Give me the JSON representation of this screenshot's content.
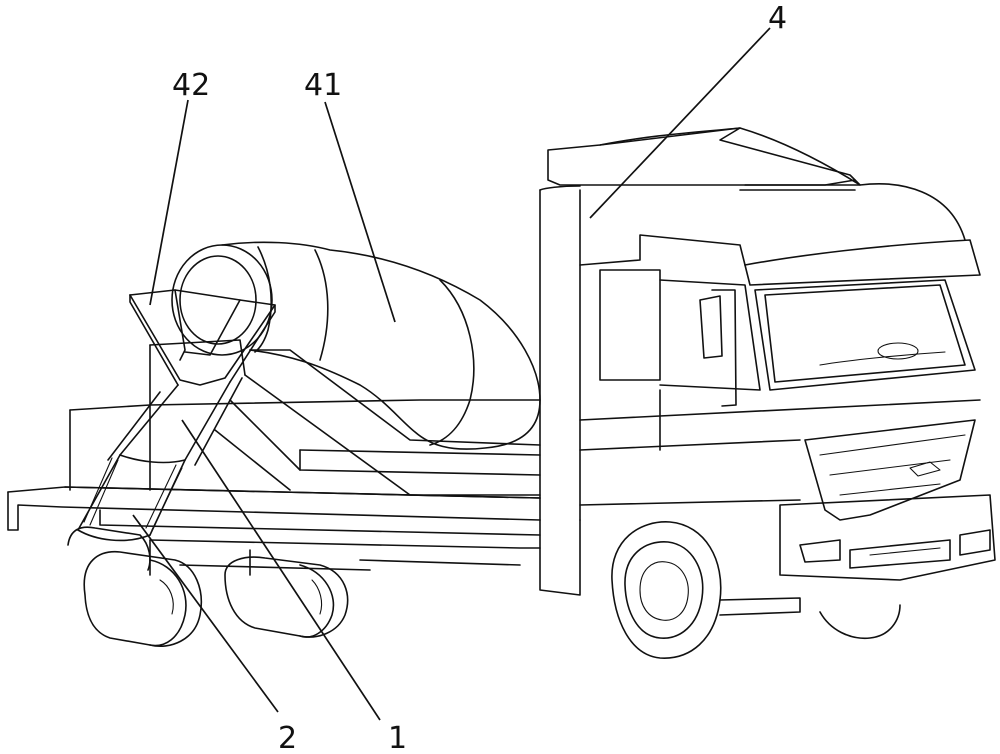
{
  "figure": {
    "callouts": [
      {
        "id": "4",
        "text": "4"
      },
      {
        "id": "41",
        "text": "41"
      },
      {
        "id": "42",
        "text": "42"
      },
      {
        "id": "2",
        "text": "2"
      },
      {
        "id": "1",
        "text": "1"
      }
    ]
  }
}
